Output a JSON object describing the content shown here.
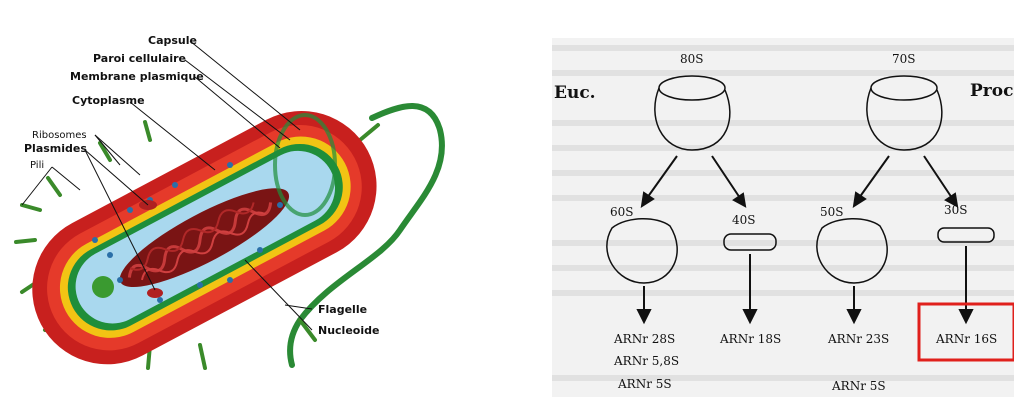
{
  "left": {
    "labels": {
      "capsule": "Capsule",
      "paroi": "Paroi cellulaire",
      "membrane": "Membrane plasmique",
      "cytoplasme": "Cytoplasme",
      "ribosomes": "Ribosomes",
      "plasmides": "Plasmides",
      "pili": "Pili",
      "flagelle": "Flagelle",
      "nucleoide": "Nucleoide"
    },
    "colors": {
      "capsule": "#c8201e",
      "paroi": "#f2c414",
      "membrane": "#1f8e3a",
      "cytoplasme": "#a9d8ee",
      "nucleoide": "#8a1a1a",
      "flagelle": "#2a8a35"
    }
  },
  "right": {
    "euc": "Euc.",
    "prok": "Proc",
    "r80": "80S",
    "r70": "70S",
    "r60": "60S",
    "r40": "40S",
    "r50": "50S",
    "r30": "30S",
    "arn28": "ARNr 28S",
    "arn58": "ARNr 5,8S",
    "arn5a": "ARNr 5S",
    "arn18": "ARNr 18S",
    "arn23": "ARNr 23S",
    "arn5b": "ARNr 5S",
    "arn16": "ARNr 16S",
    "highlight_color": "#e0201c"
  }
}
